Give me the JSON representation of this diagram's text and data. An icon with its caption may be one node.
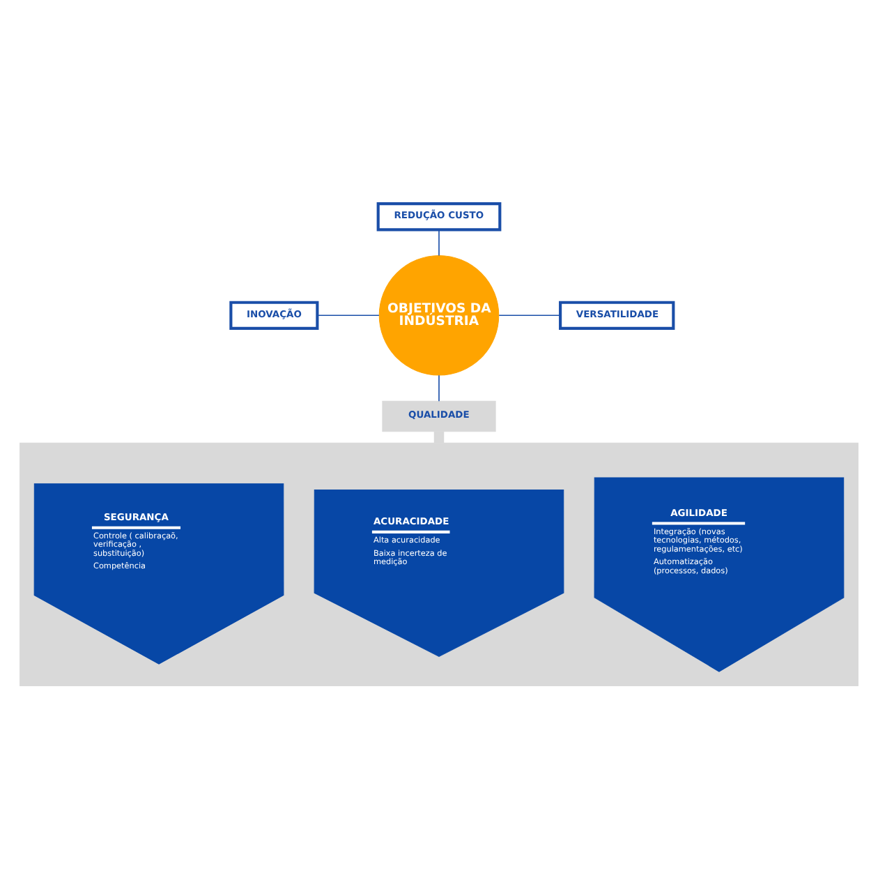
{
  "diagram": {
    "nodes": [
      {
        "text": [
          "REDUÇÃO CUSTO"
        ]
      },
      {
        "text": [
          "INOVAÇÃO"
        ]
      },
      {
        "text": [
          "OBJETIVOS DA INDÚSTRIA"
        ]
      },
      {
        "text": [
          "VERSATILIDADE"
        ]
      },
      {
        "text": [
          "QUALIDADE"
        ]
      },
      {
        "text": [],
        "shape": "box"
      },
      {
        "text": [
          "AGILIDADE",
          "Integração (novas tecnologias, métodos, regulamentações, etc)",
          "Automatização (processos, dados)"
        ],
        "in": 5
      },
      {
        "text": [
          "ACURACIDADE",
          "Alta acuracidade",
          "Baixa incerteza de medição"
        ],
        "in": 5
      },
      {
        "text": [
          "SEGURANÇA",
          "Controle ( calibraçaõ, verificação , substituição)",
          "Competência"
        ],
        "in": 5
      }
    ],
    "edges": [
      {
        "from": 0,
        "to": 2,
        "arrow": "none"
      },
      {
        "from": 1,
        "to": 2,
        "arrow": "none"
      },
      {
        "from": 2,
        "to": 3,
        "arrow": "none"
      },
      {
        "from": 2,
        "to": 4,
        "arrow": "none"
      },
      {
        "from": 4,
        "to": 5,
        "arrow": "none",
        "style": "thick",
        "color": "#d9d9d9"
      }
    ]
  }
}
